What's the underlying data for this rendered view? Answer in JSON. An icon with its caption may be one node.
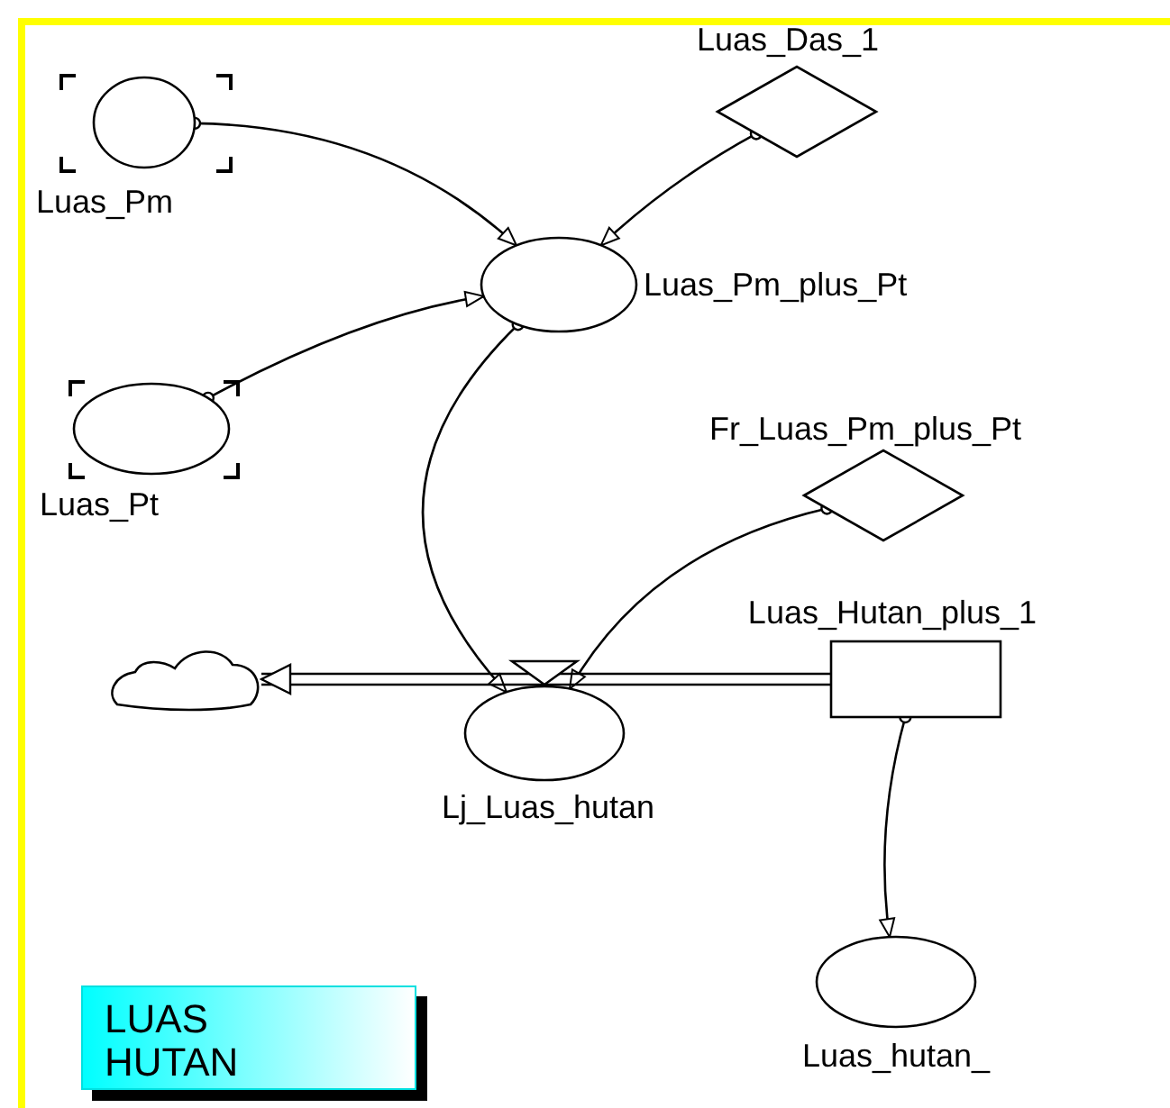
{
  "diagram": {
    "nodes": [
      {
        "text": [
          "Luas_Pm"
        ]
      },
      {
        "text": [
          "Luas_Das_1"
        ]
      },
      {
        "text": [
          "Luas_Pm_plus_Pt"
        ]
      },
      {
        "text": [
          "Luas_Pt"
        ]
      },
      {
        "text": [
          "Fr_Luas_Pm_plus_Pt"
        ]
      },
      {
        "text": [
          "Luas_Hutan_plus_1"
        ]
      },
      {
        "text": [],
        "shape": "cloud"
      },
      {
        "text": [
          "Lj_Luas_hutan"
        ]
      },
      {
        "text": [
          "Luas_hutan_"
        ]
      }
    ],
    "edges": [
      {
        "from": 0,
        "to": 2,
        "arrow": "to"
      },
      {
        "from": 3,
        "to": 2,
        "arrow": "to"
      },
      {
        "from": 1,
        "to": 2,
        "arrow": "to"
      },
      {
        "from": 2,
        "to": 7,
        "arrow": "to"
      },
      {
        "from": 4,
        "to": 7,
        "arrow": "to"
      },
      {
        "from": 5,
        "to": 6,
        "arrow": "to"
      },
      {
        "from": 5,
        "to": 8,
        "arrow": "to"
      }
    ],
    "labels": [
      "LUAS HUTAN"
    ]
  }
}
